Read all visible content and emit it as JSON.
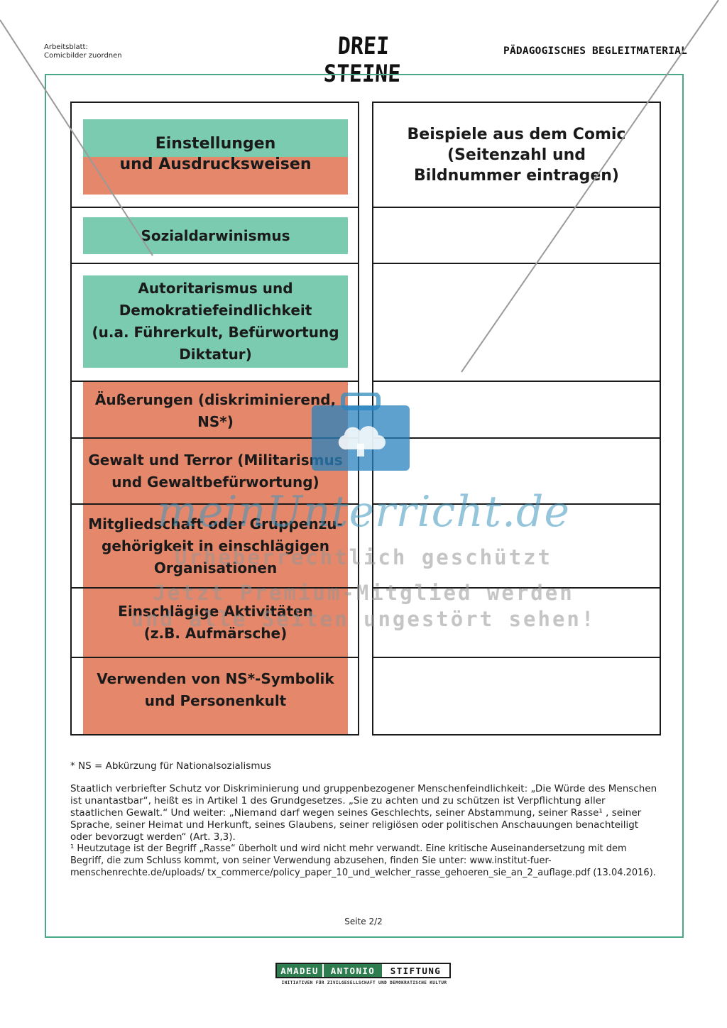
{
  "header": {
    "worksheet_label": "Arbeitsblatt:",
    "worksheet_title": "Comicbilder zuordnen",
    "brand": "DREI STEINE",
    "material": "PÄDAGOGISCHES BEGLEITMATERIAL"
  },
  "left_table": {
    "header_line1": "Einstellungen",
    "header_line2": "und Ausdrucksweisen",
    "rows": [
      "Sozialdarwinismus",
      "Autoritarismus und\nDemokratiefeindlichkeit\n(u.a. Führerkult, Befürwortung\nDiktatur)",
      "Äußerungen (diskriminierend, NS*)",
      "Gewalt und Terror (Militarismus\nund Gewaltbefürwortung)",
      "Mitgliedschaft oder Gruppenzu-\ngehörigkeit in einschlägigen\nOrganisationen",
      "Einschlägige Aktivitäten\n(z.B. Aufmärsche)",
      "Verwenden von NS*-Symbolik\nund Personenkult"
    ]
  },
  "right_table": {
    "header": "Beispiele aus dem Comic\n(Seitenzahl und\nBildnummer eintragen)"
  },
  "watermark": {
    "site": "meinUnterricht.de",
    "line1": "Urheberrechtlich geschützt",
    "line2": "Jetzt Premium-Mitglied werden",
    "line3": "und alle Seiten ungestört sehen!"
  },
  "footnotes": {
    "ns": "* NS = Abkürzung für Nationalsozialismus",
    "paragraph": "Staatlich verbriefter Schutz vor Diskriminierung und gruppenbezogener Menschenfeindlichkeit: „Die Würde des Menschen ist unantastbar“, heißt es in Artikel 1 des Grundgesetzes. „Sie zu achten und zu schützen ist Verpflichtung aller staatlichen Gewalt.“ Und weiter: „Niemand darf wegen seines Geschlechts, seiner Abstammung, seiner Rasse¹ , seiner Sprache, seiner Heimat und Herkunft, seines Glaubens, seiner religiösen oder politischen Anschauungen benachteiligt oder bevorzugt werden“ (Art. 3,3).",
    "note1": "¹ Heutzutage ist der Begriff „Rasse“ überholt und wird nicht mehr verwandt. Eine kritische Auseinandersetzung mit dem Begriff, die zum Schluss kommt, von seiner Verwendung abzusehen, finden Sie unter: www.institut-fuer-menschenrechte.de/uploads/ tx_commerce/policy_paper_10_und_welcher_rasse_gehoeren_sie_an_2_auflage.pdf (13.04.2016)."
  },
  "page_number": "Seite 2/2",
  "logo": {
    "part1": "AMADEU",
    "part2": "ANTONIO",
    "part3": "STIFTUNG",
    "tagline": "INITIATIVEN FÜR ZIVILGESELLSCHAFT UND DEMOKRATISCHE KULTUR"
  },
  "colors": {
    "green": "#7bcbb0",
    "salmon": "#e4876b",
    "frame": "#4aa88a"
  }
}
